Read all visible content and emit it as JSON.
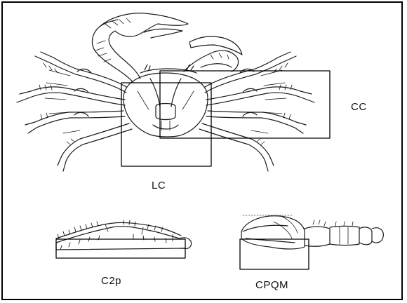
{
  "labels": {
    "cc": "CC",
    "lc": "LC",
    "c2p": "C2p",
    "cpqm": "CPQM"
  },
  "colors": {
    "line": "#1a1a1a",
    "background": "#ffffff",
    "border": "#000000"
  }
}
